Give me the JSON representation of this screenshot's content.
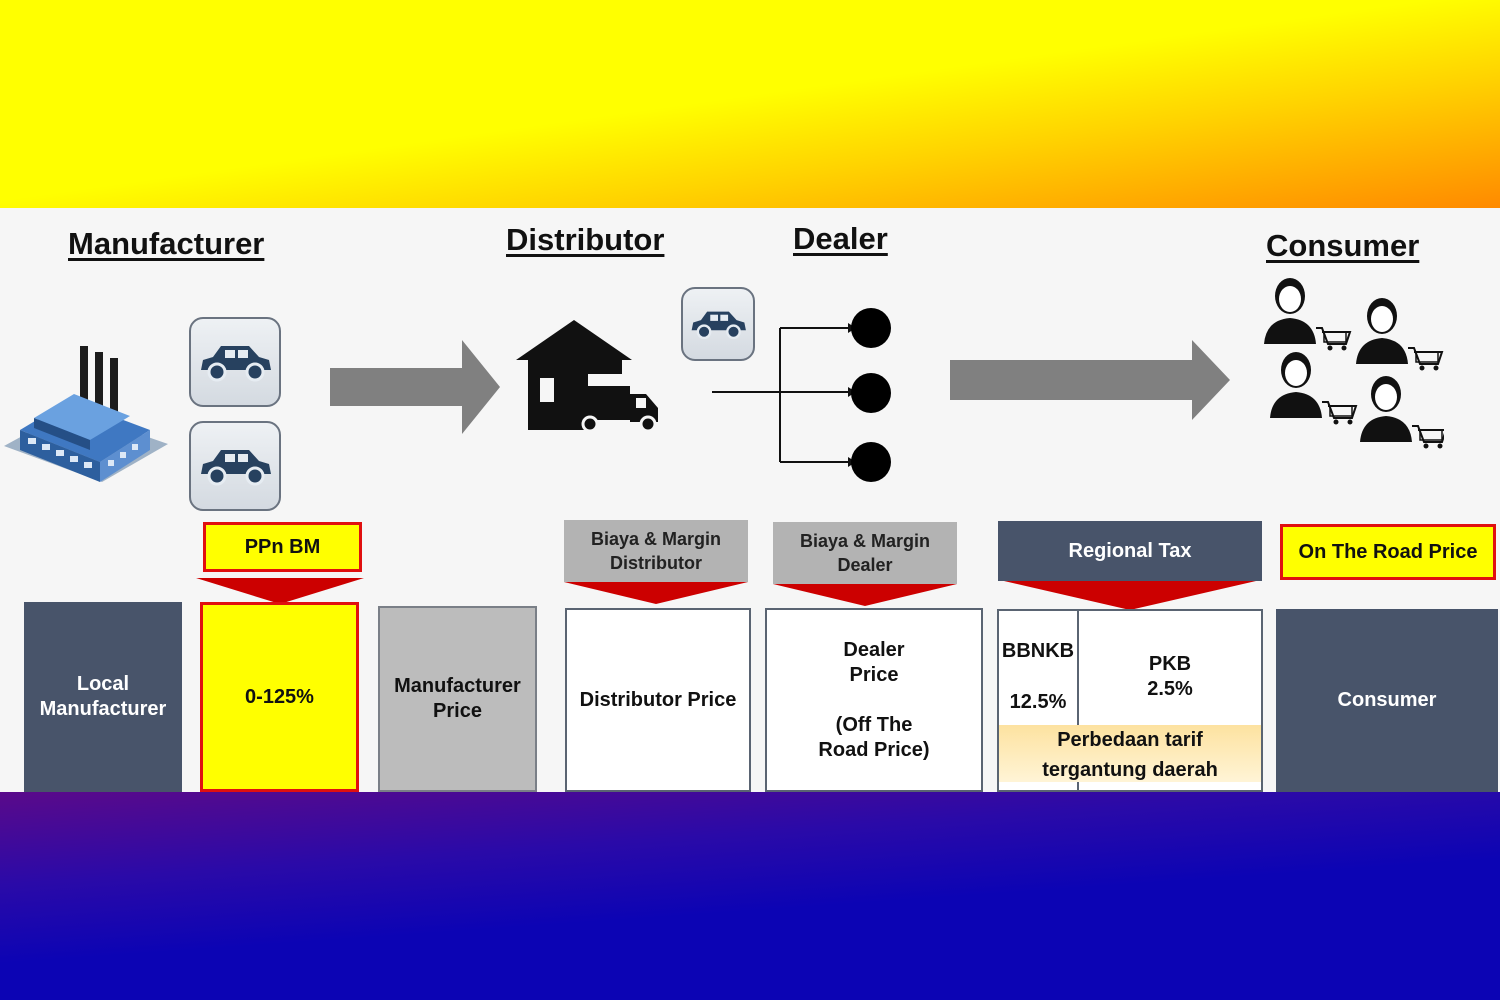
{
  "stages": {
    "manufacturer": "Manufacturer",
    "distributor": "Distributor",
    "dealer": "Dealer",
    "consumer": "Consumer"
  },
  "headers": {
    "ppn_bm": "PPn BM",
    "biaya_distributor": "Biaya & Margin Distributor",
    "biaya_dealer": "Biaya & Margin Dealer",
    "regional_tax": "Regional Tax",
    "on_the_road": "On The Road Price"
  },
  "boxes": {
    "local_manufacturer": "Local Manufacturer",
    "ppn_value": "0-125%",
    "manufacturer_price": "Manufacturer Price",
    "distributor_price": "Distributor Price",
    "dealer_price": "Dealer Price",
    "dealer_price_note": "(Off The Road Price)",
    "bbnkb_label": "BBNKB",
    "bbnkb_value": "12.5%",
    "pkb_label": "PKB",
    "pkb_value": "2.5%",
    "regional_note": "Perbedaan tarif tergantung daerah",
    "consumer": "Consumer"
  },
  "colors": {
    "slate": "#48546a",
    "red_arrow": "#cc0000",
    "highlight_yellow": "#ffff00",
    "flow_arrow_gray": "#808080",
    "note_fill": "#fde9b0"
  },
  "icons": [
    "factory-icon",
    "car-icon",
    "warehouse-truck-icon",
    "dealer-node-icon",
    "consumer-cart-icon"
  ]
}
